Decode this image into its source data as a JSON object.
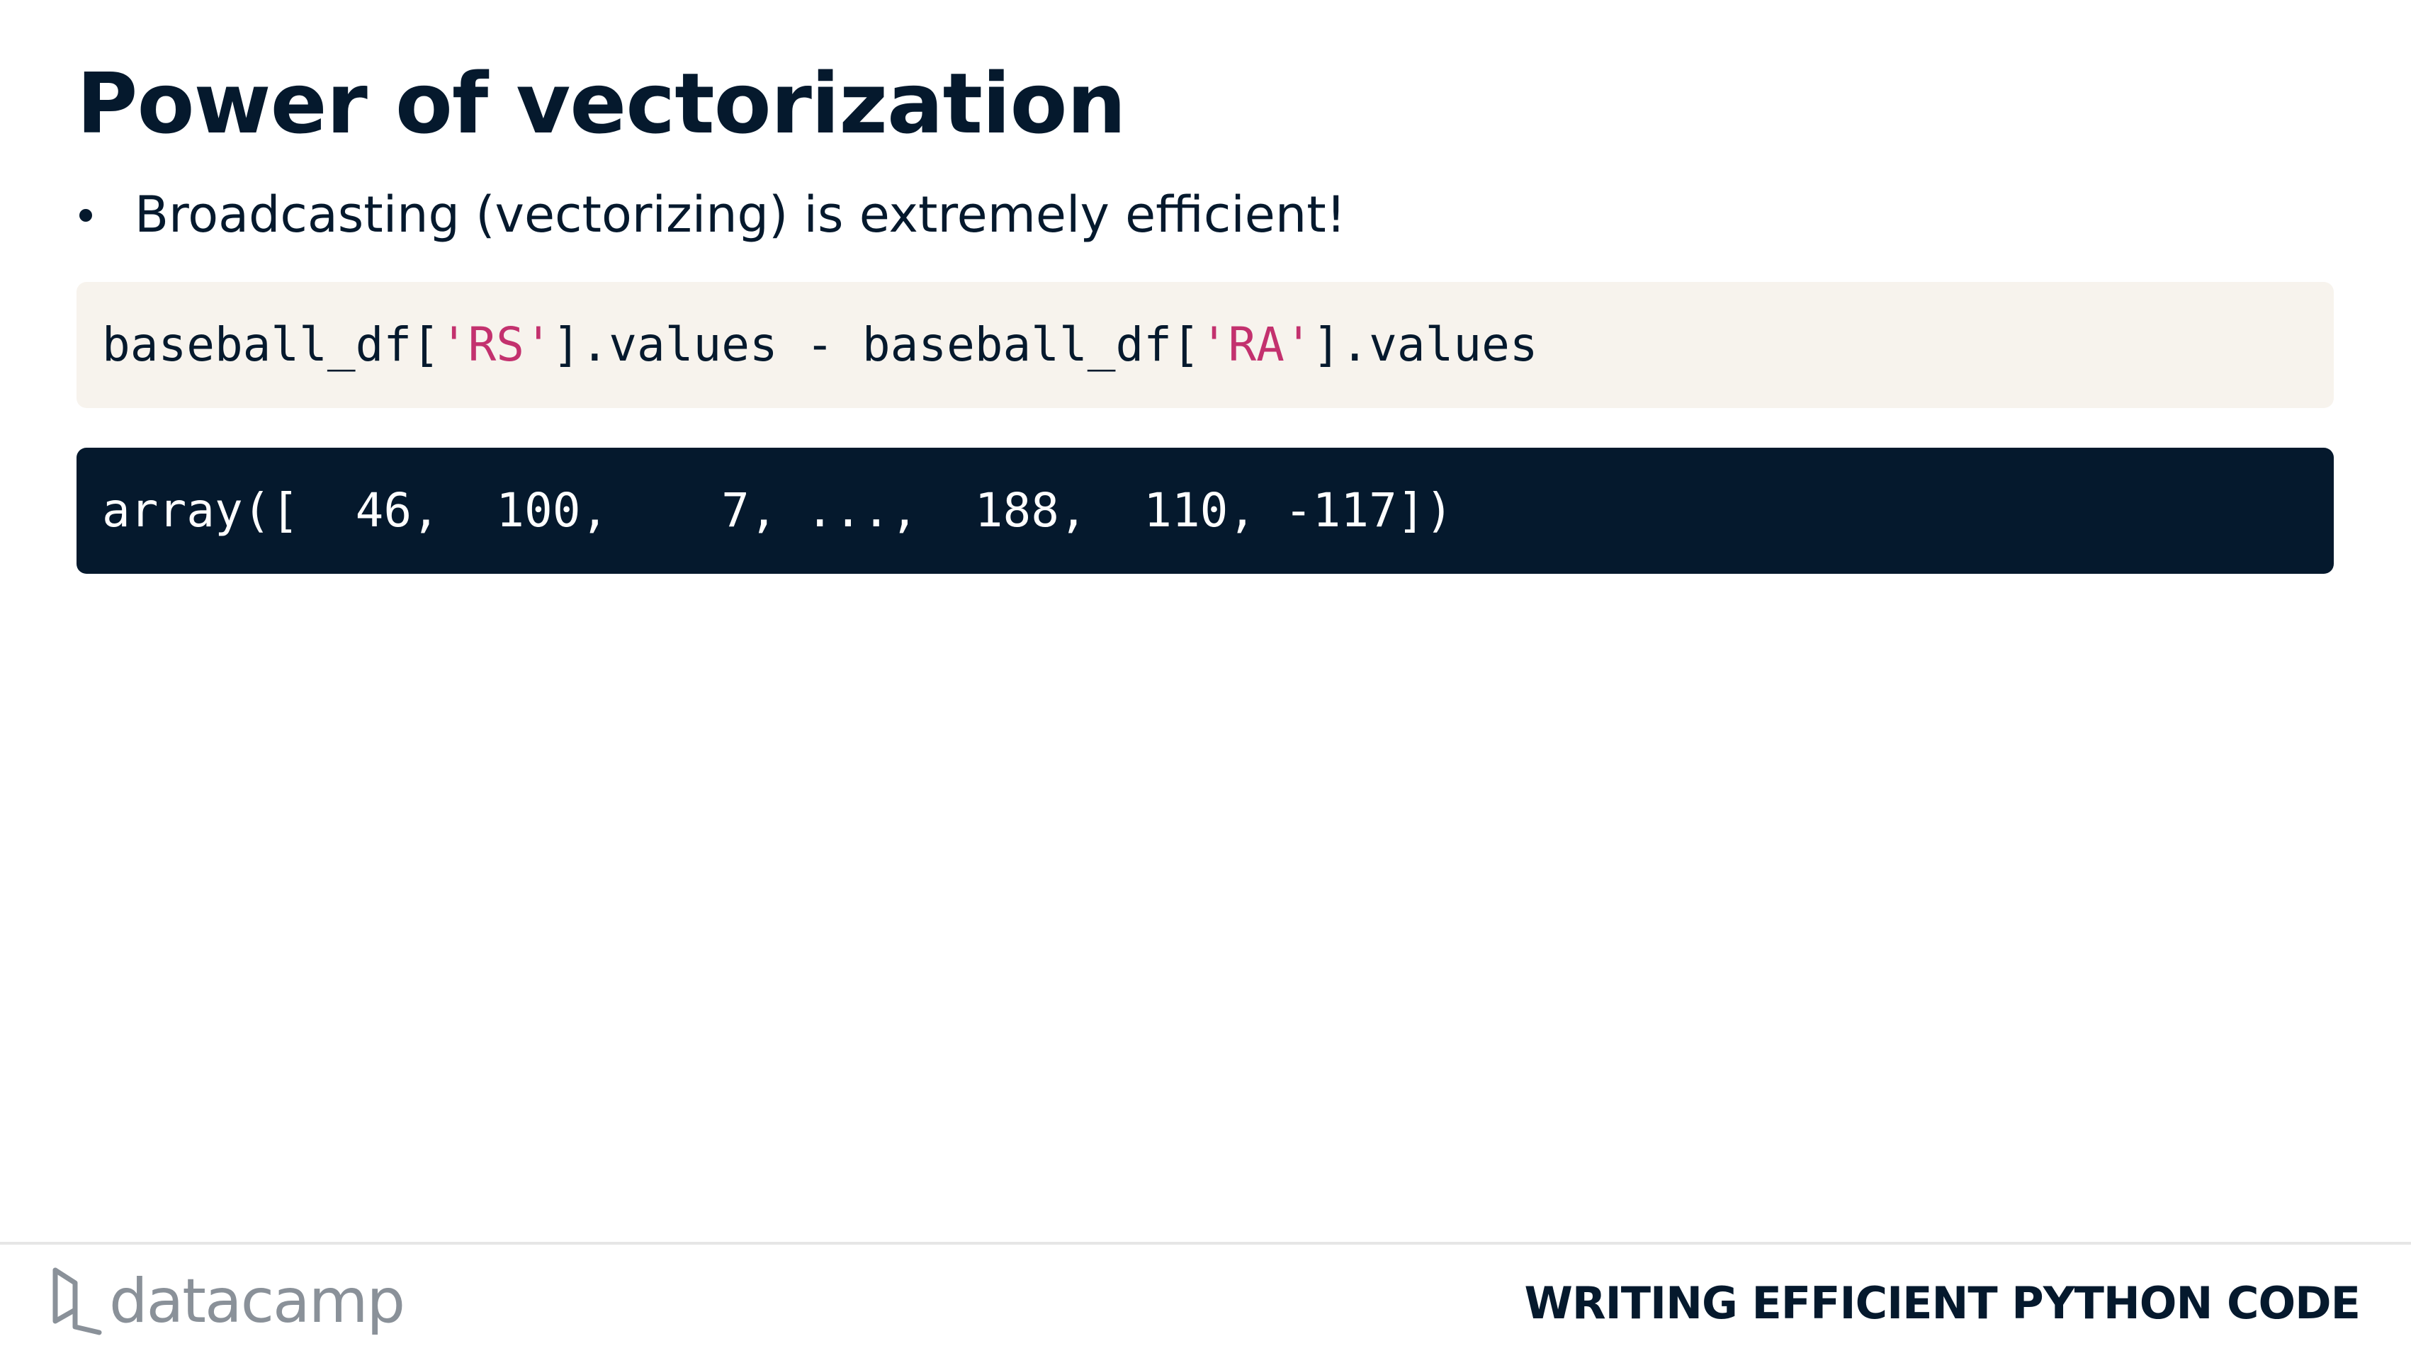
{
  "slide": {
    "title": "Power of vectorization",
    "bullets": [
      "Broadcasting (vectorizing) is extremely efficient!"
    ]
  },
  "code_input": {
    "part1": "baseball_df[",
    "string1": "'RS'",
    "part2": "].values - baseball_df[",
    "string2": "'RA'",
    "part3": "].values"
  },
  "code_output": {
    "text": "array([  46,  100,    7, ...,  188,  110, -117])"
  },
  "footer": {
    "logo_text": "datacamp",
    "course_title": "WRITING EFFICIENT PYTHON CODE"
  },
  "colors": {
    "navy": "#05192d",
    "code_bg": "#f7f3ed",
    "string": "#c3316e",
    "logo_gray": "#8a9199"
  }
}
